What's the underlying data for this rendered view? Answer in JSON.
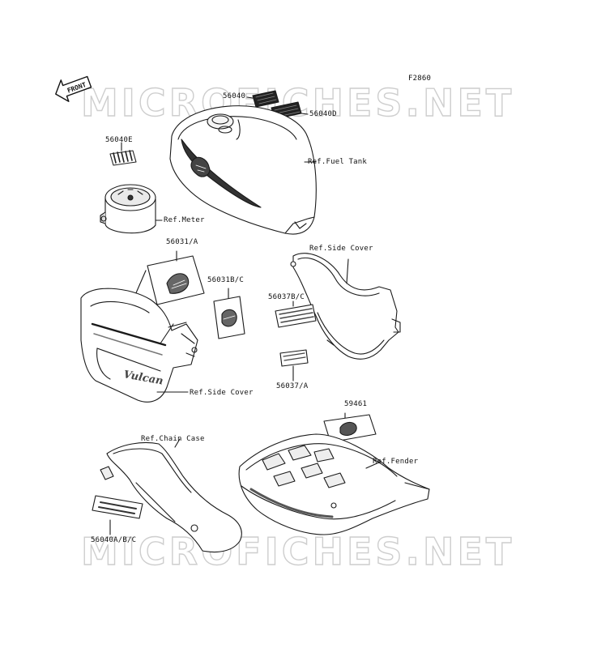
{
  "figure_code": "F2860",
  "front_badge": "FRONT",
  "watermark": {
    "top": "MICROFICHES.NET",
    "bottom": "MICROFICHES.NET"
  },
  "labels": {
    "p56040": "56040",
    "p56040d": "56040D",
    "p56040e": "56040E",
    "ref_fuel_tank": "Ref.Fuel Tank",
    "ref_meter": "Ref.Meter",
    "p56031a": "56031/A",
    "p56031bc": "56031B/C",
    "ref_side_cover_right": "Ref.Side Cover",
    "p56037bc": "56037B/C",
    "p56037a": "56037/A",
    "ref_side_cover_left": "Ref.Side Cover",
    "p59461": "59461",
    "ref_chain_case": "Ref.Chain Case",
    "ref_fender": "Ref.Fender",
    "p56040abc": "56040A/B/C"
  },
  "emblem_text": "Vulcan",
  "colors": {
    "line": "#1a1a1a",
    "shade": "#9a9a9a",
    "watermark_stroke": "#c9c9c9"
  }
}
